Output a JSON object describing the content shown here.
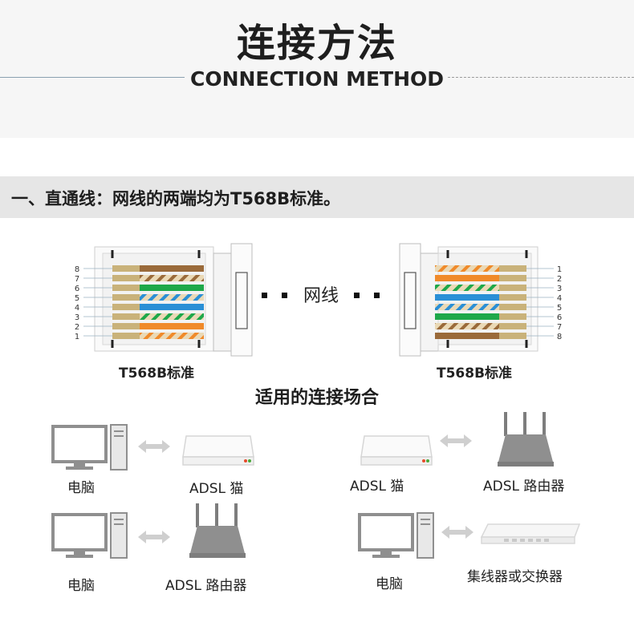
{
  "header": {
    "title_zh": "连接方法",
    "title_en": "CONNECTION METHOD"
  },
  "section": {
    "title": "一、直通线：网线的两端均为T568B标准。"
  },
  "diagram": {
    "left_label": "T568B标准",
    "right_label": "T568B标准",
    "cable_label": "网线",
    "left_pins": [
      "8",
      "7",
      "6",
      "5",
      "4",
      "3",
      "2",
      "1"
    ],
    "right_pins": [
      "1",
      "2",
      "3",
      "4",
      "5",
      "6",
      "7",
      "8"
    ]
  },
  "usage": {
    "caption": "适用的连接场合",
    "scenarios": [
      {
        "left": "电脑",
        "right": "ADSL 猫"
      },
      {
        "left": "ADSL 猫",
        "right": "ADSL 路由器"
      },
      {
        "left": "电脑",
        "right": "ADSL 路由器"
      },
      {
        "left": "电脑",
        "right": "集线器或交换器"
      }
    ]
  },
  "colors": {
    "orange": "#f08a2a",
    "green": "#1ea84a",
    "blue": "#2a8fd6",
    "brown": "#9a6a3a",
    "wire_base": "#ead9b6",
    "device_gray": "#8f8f8f"
  }
}
